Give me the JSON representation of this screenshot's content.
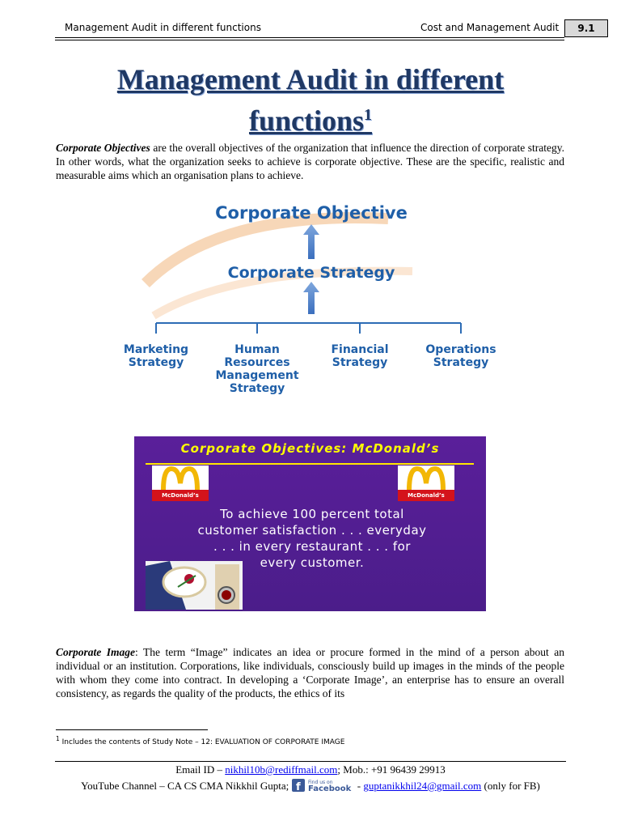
{
  "header": {
    "left": "Management Audit in different functions",
    "right": "Cost and Management Audit",
    "page_number": "9.1"
  },
  "title": {
    "line1": "Management Audit in different",
    "line2": "functions",
    "footnote_mark": "1"
  },
  "para1": {
    "term": "Corporate Objectives",
    "text": " are the overall objectives of the organization that influence the direction of corporate strategy. In other words, what the organization seeks to achieve is corporate objective. These are the specific, realistic and measurable aims which an organisation plans to achieve."
  },
  "diagram": {
    "top": "Corporate Objective",
    "middle": "Corporate Strategy",
    "branches": [
      [
        "Marketing",
        "Strategy"
      ],
      [
        "Human",
        "Resources",
        "Management",
        "Strategy"
      ],
      [
        "Financial",
        "Strategy"
      ],
      [
        "Operations",
        "Strategy"
      ]
    ],
    "title_color": "#1f5fa8"
  },
  "slide": {
    "title": "Corporate Objectives:  McDonald’s",
    "logo_label": "McDonald’s",
    "lines": [
      "To achieve 100 percent total",
      "customer satisfaction . . . everyday",
      ". . . in every restaurant . . . for",
      "every customer."
    ]
  },
  "para2": {
    "term": "Corporate Image",
    "text": ": The term “Image” indicates an idea or procure formed in the mind of a person about an individual or an institution. Corporations, like individuals, consciously build up images in the minds of the people with whom they come into contract. In developing a ‘Corporate Image’, an enterprise has to ensure an overall consistency, as regards the quality of the products, the ethics of its"
  },
  "footnote": {
    "mark": "1",
    "text": " Includes the contents of Study Note – 12: EVALUATION OF CORPORATE IMAGE"
  },
  "footer": {
    "email_label": "Email ID – ",
    "email": "nikhil10b@rediffmail.com",
    "mobile": "; Mob.: +91 96439 29913",
    "youtube": "YouTube Channel – CA CS CMA Nikkhil Gupta; ",
    "fb_small": "Find us on",
    "fb_name": "Facebook",
    "fb_dash": " - ",
    "fb_email": "guptanikkhil24@gmail.com",
    "fb_note": " (only for FB)"
  }
}
